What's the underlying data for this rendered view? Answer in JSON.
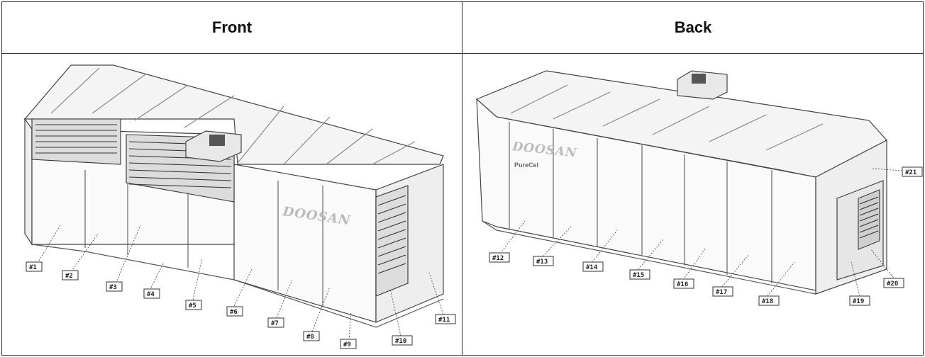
{
  "headers": {
    "front": "Front",
    "back": "Back"
  },
  "brand": "DOOSAN",
  "sub_brand": "PureCel",
  "front_labels": [
    "#1",
    "#2",
    "#3",
    "#4",
    "#5",
    "#6",
    "#7",
    "#8",
    "#9",
    "#10",
    "#11"
  ],
  "back_labels": [
    "#12",
    "#13",
    "#14",
    "#15",
    "#16",
    "#17",
    "#18",
    "#19",
    "#20",
    "#21"
  ]
}
